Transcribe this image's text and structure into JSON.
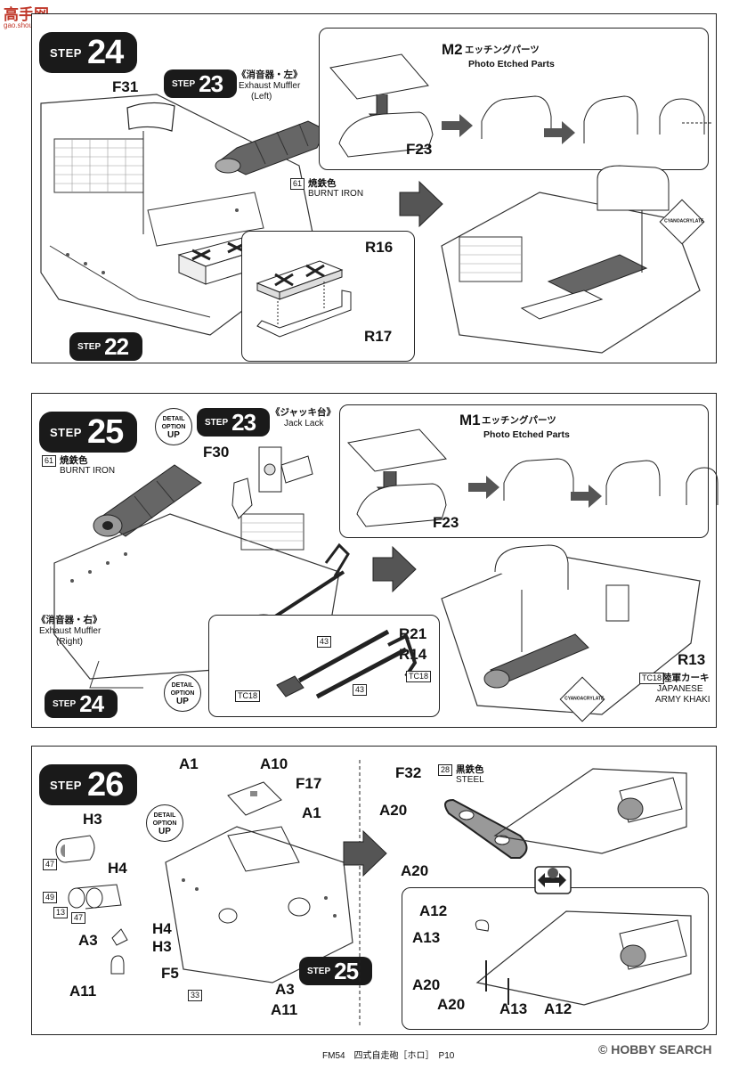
{
  "watermark_top": {
    "site": "高手网",
    "url": "gao.shou.com"
  },
  "step24": {
    "word": "STEP",
    "number": "24",
    "labels": {
      "f31": "F31",
      "f23": "F23",
      "r16": "R16",
      "r17": "R17",
      "m2_code": "M2",
      "m2_jp": "エッチングパーツ",
      "m2_en": "Photo Etched Parts"
    },
    "ref_step23": {
      "word": "STEP",
      "number": "23",
      "jp": "《消音器・左》",
      "en1": "Exhaust Muffler",
      "en2": "(Left)"
    },
    "ref_step22": {
      "word": "STEP",
      "number": "22"
    },
    "color": {
      "code": "61",
      "jp": "焼鉄色",
      "en": "BURNT IRON"
    },
    "glue": "CYANOACRYLATE"
  },
  "step25": {
    "word": "STEP",
    "number": "25",
    "detail": {
      "l1": "DETAIL",
      "l2": "OPTION",
      "l3": "UP"
    },
    "color": {
      "code": "61",
      "jp": "焼鉄色",
      "en": "BURNT IRON"
    },
    "ref_step23": {
      "word": "STEP",
      "number": "23",
      "jp": "《ジャッキ台》",
      "en": "Jack Lack"
    },
    "muffler": {
      "jp": "《消音器・右》",
      "en1": "Exhaust Muffler",
      "en2": "(Right)"
    },
    "ref_step24": {
      "word": "STEP",
      "number": "24"
    },
    "labels": {
      "f30": "F30",
      "r21": "R21",
      "r14": "R14",
      "r13": "R13",
      "f23": "F23",
      "m1_code": "M1",
      "m1_jp": "エッチングパーツ",
      "m1_en": "Photo Etched Parts"
    },
    "paint": {
      "c43": "43",
      "tc18": "TC18",
      "khaki_jp": "陸軍カーキ",
      "khaki_en1": "JAPANESE",
      "khaki_en2": "ARMY KHAKI"
    },
    "glue": "CYANOACRYLATE"
  },
  "step26": {
    "word": "STEP",
    "number": "26",
    "detail": {
      "l1": "DETAIL",
      "l2": "OPTION",
      "l3": "UP"
    },
    "labels": {
      "a1a": "A1",
      "a10": "A10",
      "f17": "F17",
      "a1b": "A1",
      "h3": "H3",
      "h4": "H4",
      "h4b": "H4",
      "h3b": "H3",
      "a3": "A3",
      "a11": "A11",
      "f5": "F5",
      "a3b": "A3",
      "a11b": "A11",
      "f32": "F32",
      "a20a": "A20",
      "a20b": "A20",
      "a12a": "A12",
      "a13a": "A13",
      "a20c": "A20",
      "a20d": "A20",
      "a13b": "A13",
      "a12b": "A12"
    },
    "codes": {
      "c47": "47",
      "c49": "49",
      "c13": "13",
      "c47b": "47",
      "c33": "33"
    },
    "color": {
      "code": "28",
      "jp": "黒鉄色",
      "en": "STEEL"
    },
    "ref_step25": {
      "word": "STEP",
      "number": "25"
    }
  },
  "footer": {
    "text": "FM54　四式自走砲［ホロ］　P10",
    "brand": "HOBBY SEARCH"
  }
}
